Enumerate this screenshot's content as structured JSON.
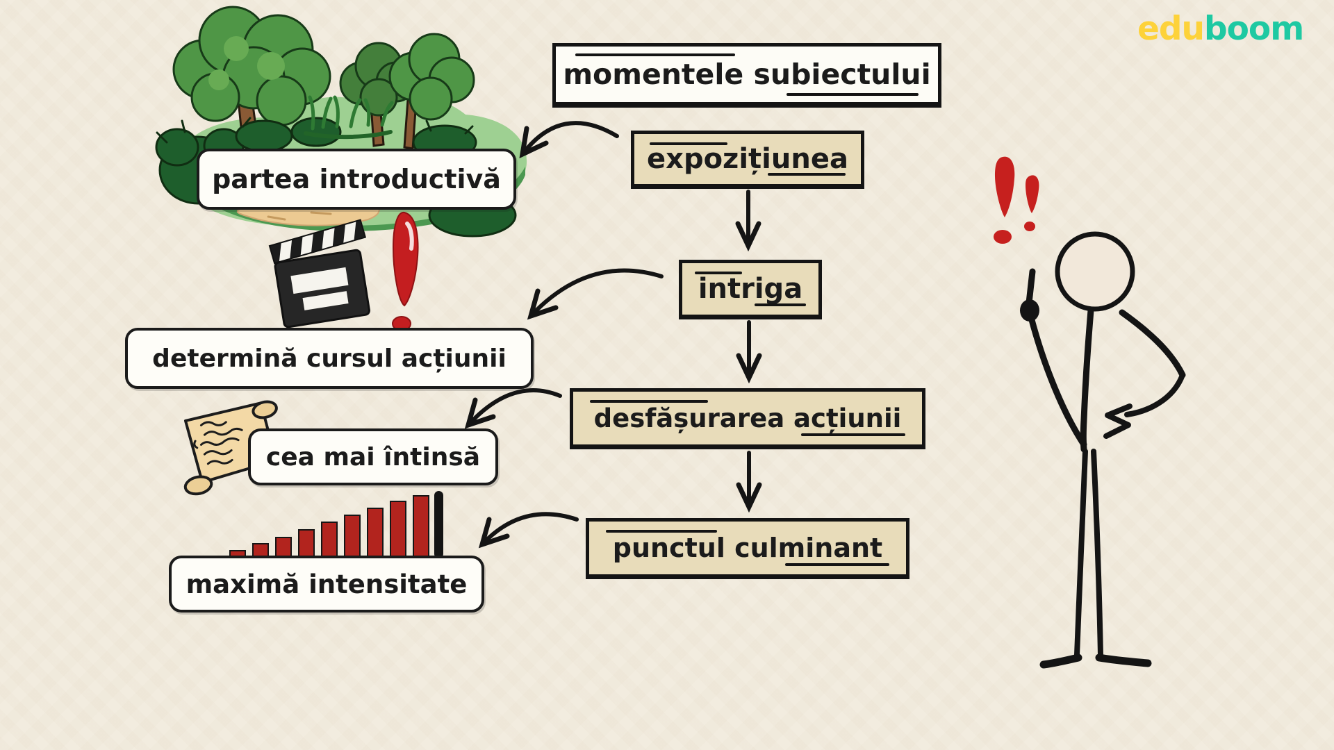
{
  "page": {
    "background_color": "#f2ecdf",
    "text_color": "#1b1b1b"
  },
  "logo": {
    "part1": "edu",
    "part2": "boom",
    "part1_color": "#fdd23a",
    "part2_color": "#1ec9a2"
  },
  "title": {
    "label": "momentele subiectului"
  },
  "flow": {
    "stage_box_color": "#e8dcba",
    "note_box_color": "#fefdf8",
    "stages": [
      {
        "label": "expozițiunea",
        "note": "partea introductivă"
      },
      {
        "label": "intriga",
        "note": "determină cursul acțiunii"
      },
      {
        "label": "desfășurarea acțiunii",
        "note": "cea mai întinsă"
      },
      {
        "label": "punctul culminant",
        "note": "maximă intensitate"
      }
    ]
  },
  "icons": {
    "meadow": "trees-meadow-illustration",
    "clapperboard": "movie-clapperboard-icon",
    "exclamation": "red-exclamation-icon",
    "scroll": "parchment-scroll-icon",
    "stickman": "pointing-stickman-illustration",
    "double_exclamation": "red-double-exclamation-icon",
    "arrows": "black hand-drawn flow arrows"
  },
  "chart_data": {
    "type": "bar",
    "title": "",
    "values": [
      12,
      22,
      32,
      43,
      54,
      64,
      75,
      85,
      93
    ],
    "ylim": [
      0,
      100
    ],
    "bar_color": "#b2241e",
    "axis_color": "#141414",
    "note": "decorative rising-intensity bars ending at a thick black line (no axis labels shown)"
  }
}
